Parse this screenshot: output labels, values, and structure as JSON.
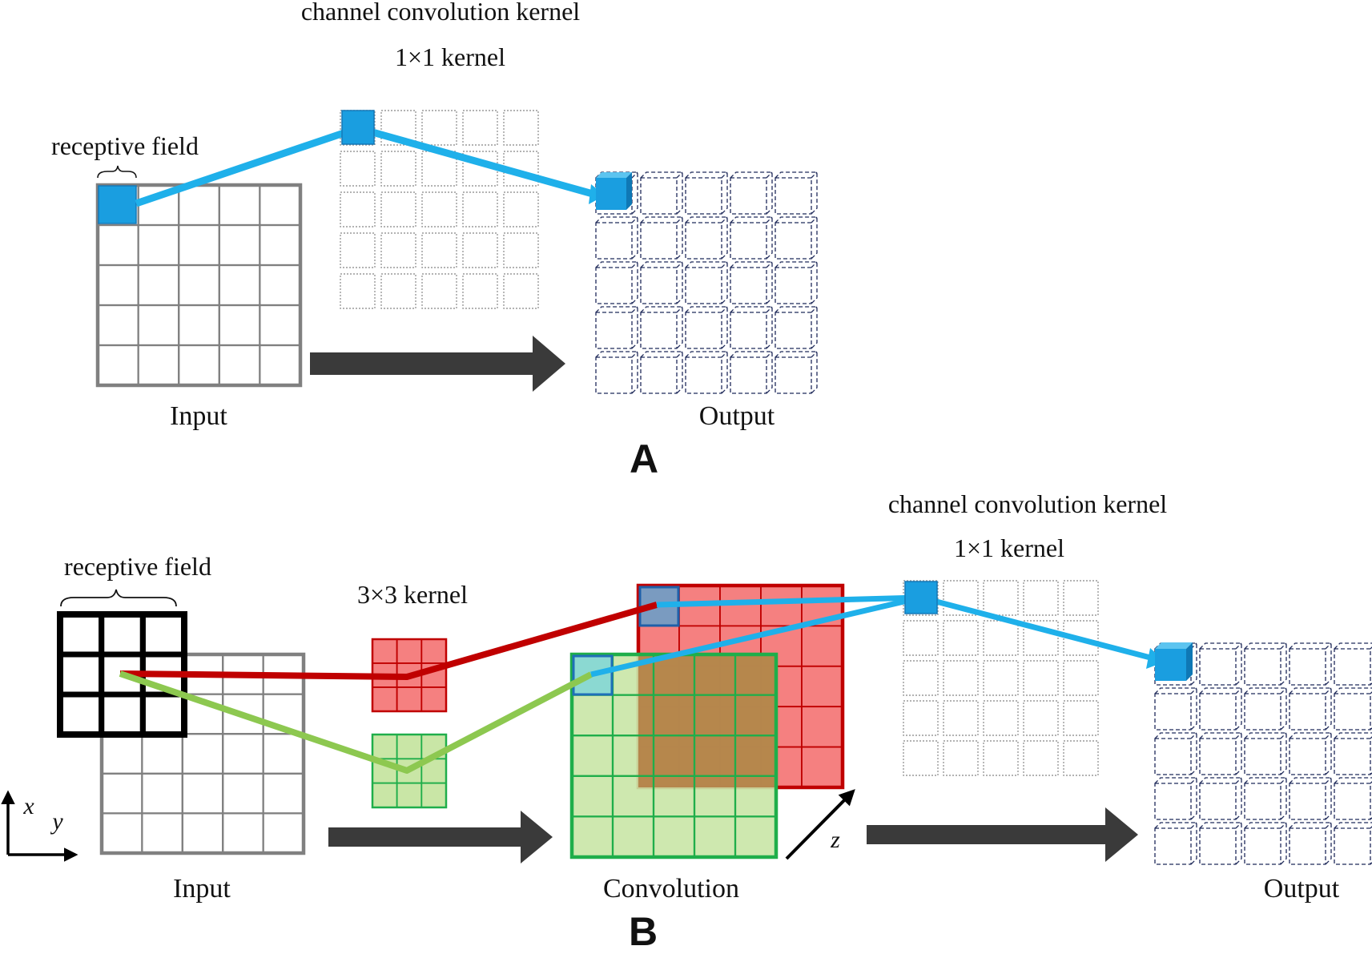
{
  "panel_a": {
    "letter": "A",
    "kernel_title": "channel convolution kernel",
    "kernel_size": "1×1 kernel",
    "receptive_field": "receptive field",
    "input_label": "Input",
    "output_label": "Output"
  },
  "panel_b": {
    "letter": "B",
    "kernel_title": "channel convolution kernel",
    "kernel_size": "1×1 kernel",
    "receptive_field": "receptive field",
    "depthwise_kernel": "3×3 kernel",
    "input_label": "Input",
    "convolution_label": "Convolution",
    "output_label": "Output",
    "axis_x": "x",
    "axis_y": "y",
    "axis_z": "z"
  },
  "colors": {
    "grid_gray": "#808080",
    "pointwise_blue": "#1a9ee0",
    "connector_blue": "#1fb0ea",
    "big_arrow": "#3a3a3a",
    "red_channel": "#f58080",
    "red_border": "#c00000",
    "green_channel": "#c9e6a6",
    "green_border": "#1fae4a",
    "green_line": "#8dc850",
    "overlap_brown": "#b48248",
    "dashed_cell": "#1f2a5a",
    "dotted_cell": "#9a9a9a"
  }
}
